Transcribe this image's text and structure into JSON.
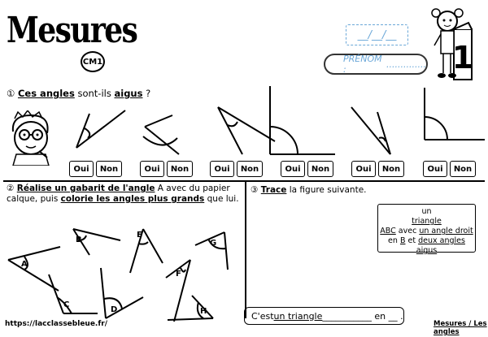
{
  "header": {
    "title": "Mesures",
    "level_badge": "CM1",
    "date_placeholder": "__/__/__",
    "name_label": "PRÉNOM :",
    "page_number": "1"
  },
  "q1": {
    "num": "①",
    "title_underlined": "Ces angles",
    "title_middle": " sont-ils ",
    "title_bold": "aigus",
    "title_end": " ?",
    "buttons": [
      {
        "yes": "Oui",
        "no": "Non"
      },
      {
        "yes": "Oui",
        "no": "Non"
      },
      {
        "yes": "Oui",
        "no": "Non"
      },
      {
        "yes": "Oui",
        "no": "Non"
      },
      {
        "yes": "Oui",
        "no": "Non"
      },
      {
        "yes": "Oui",
        "no": "Non"
      }
    ]
  },
  "q2": {
    "num": "②",
    "u1": "Réalise un gabarit de l'angle",
    "t1": " A avec du papier calque, puis ",
    "u2": "colorie les angles plus grands",
    "t2": " que lui.",
    "angle_labels": [
      "A",
      "B",
      "C",
      "D",
      "E",
      "F",
      "G",
      "H"
    ]
  },
  "q3": {
    "num": "③",
    "u1": "Trace",
    "t1": " la figure suivante.",
    "box": {
      "l1": "un",
      "l2": "triangle",
      "l3a": "ABC",
      "l3b": " avec ",
      "l3c": "un angle droit",
      "l4a": "en ",
      "l4b": "B",
      "l4c": " et ",
      "l4d": "deux angles aigus"
    },
    "sentence_a": "C'est ",
    "sentence_u": "un triangle",
    "sentence_b": " ___________ en __ ."
  },
  "footer": {
    "left": "https://lacclassebleue.fr/",
    "right": "Mesures / Les angles"
  }
}
